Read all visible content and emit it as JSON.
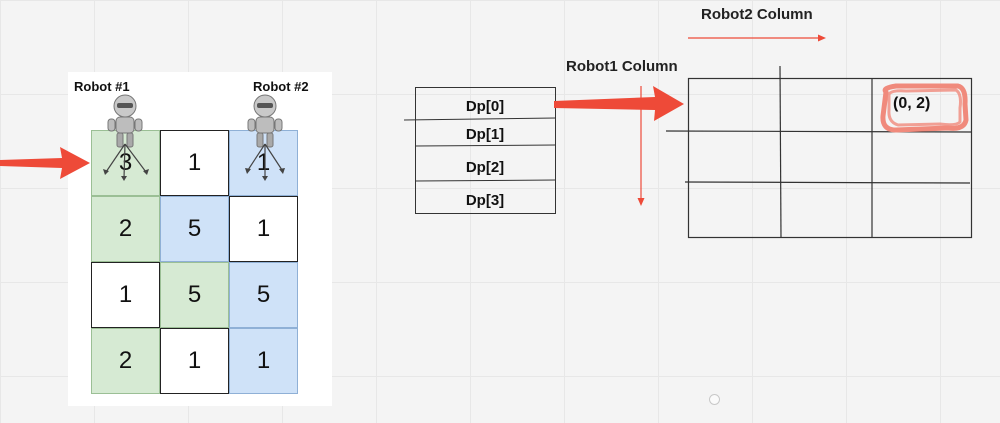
{
  "left_figure": {
    "robot1_label": "Robot #1",
    "robot2_label": "Robot #2",
    "grid": [
      [
        {
          "v": "3",
          "c": "green"
        },
        {
          "v": "1",
          "c": "white"
        },
        {
          "v": "1",
          "c": "blue"
        }
      ],
      [
        {
          "v": "2",
          "c": "green"
        },
        {
          "v": "5",
          "c": "blue"
        },
        {
          "v": "1",
          "c": "white"
        }
      ],
      [
        {
          "v": "1",
          "c": "white"
        },
        {
          "v": "5",
          "c": "green"
        },
        {
          "v": "5",
          "c": "blue"
        }
      ],
      [
        {
          "v": "2",
          "c": "green"
        },
        {
          "v": "1",
          "c": "white"
        },
        {
          "v": "1",
          "c": "blue"
        }
      ]
    ]
  },
  "dp_stack": {
    "items": [
      "Dp[0]",
      "Dp[1]",
      "Dp[2]",
      "Dp[3]"
    ]
  },
  "robot1_column_label": "Robot1 Column",
  "robot2_column_label": "Robot2 Column",
  "matrix": {
    "highlighted_cell": "(0, 2)"
  },
  "colors": {
    "arrow_red": "#ee4a38",
    "highlight_salmon": "#f08a7c",
    "green_cell": "#d6ead3",
    "blue_cell": "#cfe2f8"
  }
}
